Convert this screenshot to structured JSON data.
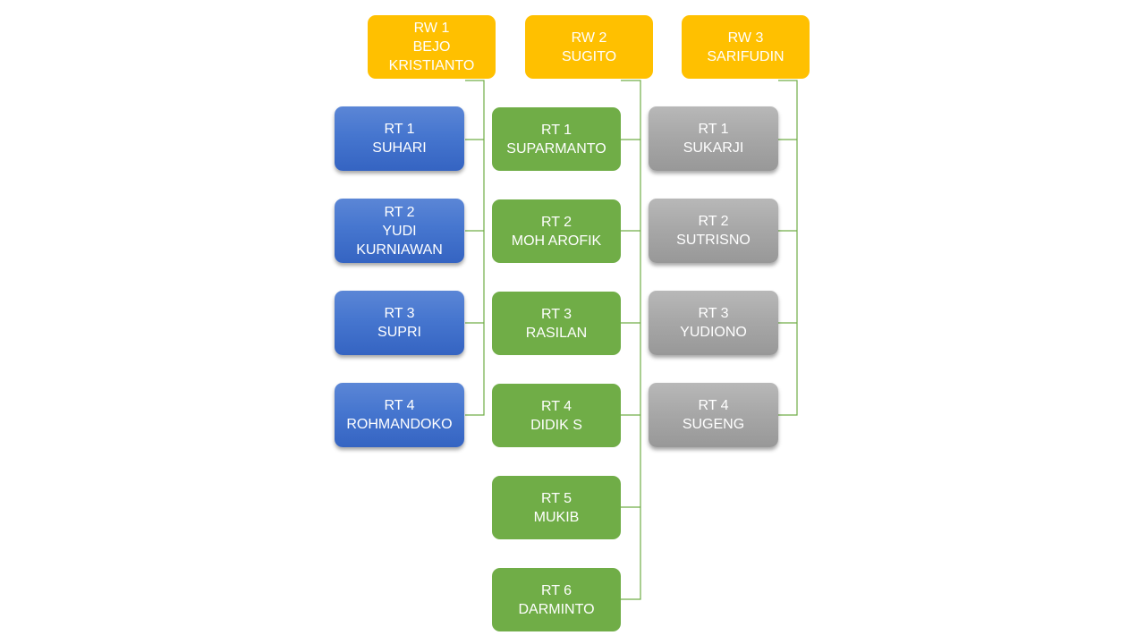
{
  "colors": {
    "rw": "#ffc000",
    "rw1_branch": "#4472c4",
    "rw2_branch": "#70ad47",
    "rw3_branch": "#a5a5a5",
    "connector": "#70ad47"
  },
  "rw_list": [
    {
      "title": "RW 1",
      "head": "BEJO KRISTIANTO",
      "rts": [
        {
          "title": "RT 1",
          "lines": [
            "SUHARI"
          ]
        },
        {
          "title": "RT 2",
          "lines": [
            "YUDI",
            "KURNIAWAN"
          ]
        },
        {
          "title": "RT 3",
          "lines": [
            "SUPRI"
          ]
        },
        {
          "title": "RT 4",
          "lines": [
            "ROHMANDOKO"
          ]
        }
      ]
    },
    {
      "title": "RW 2",
      "head": "SUGITO",
      "rts": [
        {
          "title": "RT 1",
          "lines": [
            "SUPARMANTO"
          ]
        },
        {
          "title": "RT 2",
          "lines": [
            "MOH AROFIK"
          ]
        },
        {
          "title": "RT 3",
          "lines": [
            "RASILAN"
          ]
        },
        {
          "title": "RT 4",
          "lines": [
            "DIDIK S"
          ]
        },
        {
          "title": "RT 5",
          "lines": [
            "MUKIB"
          ]
        },
        {
          "title": "RT 6",
          "lines": [
            "DARMINTO"
          ]
        }
      ]
    },
    {
      "title": "RW 3",
      "head": "SARIFUDIN",
      "rts": [
        {
          "title": "RT 1",
          "lines": [
            "SUKARJI"
          ]
        },
        {
          "title": "RT 2",
          "lines": [
            "SUTRISNO"
          ]
        },
        {
          "title": "RT 3",
          "lines": [
            "YUDIONO"
          ]
        },
        {
          "title": "RT 4",
          "lines": [
            "SUGENG"
          ]
        }
      ]
    }
  ]
}
